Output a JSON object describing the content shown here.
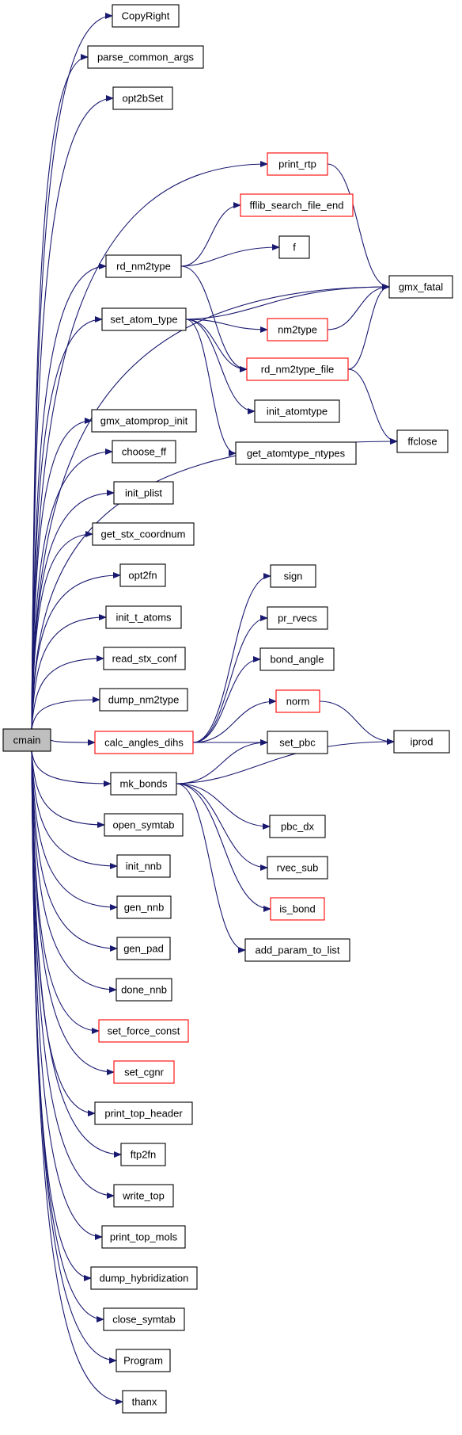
{
  "colors": {
    "edge": "#191970",
    "root_fill": "#bfbfbf",
    "node_fill": "#ffffff",
    "node_border": "#000000",
    "truncated_border": "#ff0000"
  },
  "nodes": [
    {
      "id": "cmain",
      "label": "cmain",
      "root": true
    },
    {
      "id": "CopyRight",
      "label": "CopyRight"
    },
    {
      "id": "parse_common_args",
      "label": "parse_common_args"
    },
    {
      "id": "opt2bSet",
      "label": "opt2bSet"
    },
    {
      "id": "print_rtp",
      "label": "print_rtp",
      "truncated": true
    },
    {
      "id": "fflib_search_file_end",
      "label": "fflib_search_file_end",
      "truncated": true
    },
    {
      "id": "f",
      "label": "f"
    },
    {
      "id": "rd_nm2type",
      "label": "rd_nm2type"
    },
    {
      "id": "gmx_fatal",
      "label": "gmx_fatal"
    },
    {
      "id": "set_atom_type",
      "label": "set_atom_type"
    },
    {
      "id": "nm2type",
      "label": "nm2type",
      "truncated": true
    },
    {
      "id": "rd_nm2type_file",
      "label": "rd_nm2type_file",
      "truncated": true
    },
    {
      "id": "init_atomtype",
      "label": "init_atomtype"
    },
    {
      "id": "gmx_atomprop_init",
      "label": "gmx_atomprop_init"
    },
    {
      "id": "ffclose",
      "label": "ffclose"
    },
    {
      "id": "choose_ff",
      "label": "choose_ff"
    },
    {
      "id": "get_atomtype_ntypes",
      "label": "get_atomtype_ntypes"
    },
    {
      "id": "init_plist",
      "label": "init_plist"
    },
    {
      "id": "get_stx_coordnum",
      "label": "get_stx_coordnum"
    },
    {
      "id": "opt2fn",
      "label": "opt2fn"
    },
    {
      "id": "sign",
      "label": "sign"
    },
    {
      "id": "init_t_atoms",
      "label": "init_t_atoms"
    },
    {
      "id": "pr_rvecs",
      "label": "pr_rvecs"
    },
    {
      "id": "read_stx_conf",
      "label": "read_stx_conf"
    },
    {
      "id": "bond_angle",
      "label": "bond_angle"
    },
    {
      "id": "dump_nm2type",
      "label": "dump_nm2type"
    },
    {
      "id": "norm",
      "label": "norm",
      "truncated": true
    },
    {
      "id": "calc_angles_dihs",
      "label": "calc_angles_dihs",
      "truncated": true
    },
    {
      "id": "iprod",
      "label": "iprod"
    },
    {
      "id": "set_pbc",
      "label": "set_pbc"
    },
    {
      "id": "mk_bonds",
      "label": "mk_bonds"
    },
    {
      "id": "open_symtab",
      "label": "open_symtab"
    },
    {
      "id": "pbc_dx",
      "label": "pbc_dx"
    },
    {
      "id": "init_nnb",
      "label": "init_nnb"
    },
    {
      "id": "rvec_sub",
      "label": "rvec_sub"
    },
    {
      "id": "gen_nnb",
      "label": "gen_nnb"
    },
    {
      "id": "is_bond",
      "label": "is_bond",
      "truncated": true
    },
    {
      "id": "add_param_to_list",
      "label": "add_param_to_list"
    },
    {
      "id": "gen_pad",
      "label": "gen_pad"
    },
    {
      "id": "done_nnb",
      "label": "done_nnb"
    },
    {
      "id": "set_force_const",
      "label": "set_force_const",
      "truncated": true
    },
    {
      "id": "set_cgnr",
      "label": "set_cgnr",
      "truncated": true
    },
    {
      "id": "print_top_header",
      "label": "print_top_header"
    },
    {
      "id": "ftp2fn",
      "label": "ftp2fn"
    },
    {
      "id": "write_top",
      "label": "write_top"
    },
    {
      "id": "print_top_mols",
      "label": "print_top_mols"
    },
    {
      "id": "dump_hybridization",
      "label": "dump_hybridization"
    },
    {
      "id": "close_symtab",
      "label": "close_symtab"
    },
    {
      "id": "Program",
      "label": "Program"
    },
    {
      "id": "thanx",
      "label": "thanx"
    }
  ],
  "edges": [
    [
      "cmain",
      "CopyRight"
    ],
    [
      "cmain",
      "parse_common_args"
    ],
    [
      "cmain",
      "opt2bSet"
    ],
    [
      "cmain",
      "print_rtp"
    ],
    [
      "cmain",
      "gmx_fatal"
    ],
    [
      "cmain",
      "rd_nm2type"
    ],
    [
      "cmain",
      "set_atom_type"
    ],
    [
      "cmain",
      "ffclose"
    ],
    [
      "cmain",
      "gmx_atomprop_init"
    ],
    [
      "cmain",
      "choose_ff"
    ],
    [
      "cmain",
      "init_plist"
    ],
    [
      "cmain",
      "get_stx_coordnum"
    ],
    [
      "cmain",
      "opt2fn"
    ],
    [
      "cmain",
      "init_t_atoms"
    ],
    [
      "cmain",
      "read_stx_conf"
    ],
    [
      "cmain",
      "dump_nm2type"
    ],
    [
      "cmain",
      "calc_angles_dihs"
    ],
    [
      "cmain",
      "mk_bonds"
    ],
    [
      "cmain",
      "open_symtab"
    ],
    [
      "cmain",
      "init_nnb"
    ],
    [
      "cmain",
      "gen_nnb"
    ],
    [
      "cmain",
      "gen_pad"
    ],
    [
      "cmain",
      "done_nnb"
    ],
    [
      "cmain",
      "set_force_const"
    ],
    [
      "cmain",
      "set_cgnr"
    ],
    [
      "cmain",
      "print_top_header"
    ],
    [
      "cmain",
      "ftp2fn"
    ],
    [
      "cmain",
      "write_top"
    ],
    [
      "cmain",
      "print_top_mols"
    ],
    [
      "cmain",
      "dump_hybridization"
    ],
    [
      "cmain",
      "close_symtab"
    ],
    [
      "cmain",
      "Program"
    ],
    [
      "cmain",
      "thanx"
    ],
    [
      "print_rtp",
      "gmx_fatal"
    ],
    [
      "rd_nm2type",
      "fflib_search_file_end"
    ],
    [
      "rd_nm2type",
      "f"
    ],
    [
      "rd_nm2type",
      "rd_nm2type_file"
    ],
    [
      "set_atom_type",
      "gmx_fatal"
    ],
    [
      "set_atom_type",
      "nm2type"
    ],
    [
      "set_atom_type",
      "rd_nm2type_file"
    ],
    [
      "set_atom_type",
      "init_atomtype"
    ],
    [
      "set_atom_type",
      "get_atomtype_ntypes"
    ],
    [
      "nm2type",
      "gmx_fatal"
    ],
    [
      "rd_nm2type_file",
      "gmx_fatal"
    ],
    [
      "rd_nm2type_file",
      "ffclose"
    ],
    [
      "calc_angles_dihs",
      "sign"
    ],
    [
      "calc_angles_dihs",
      "pr_rvecs"
    ],
    [
      "calc_angles_dihs",
      "bond_angle"
    ],
    [
      "calc_angles_dihs",
      "norm"
    ],
    [
      "calc_angles_dihs",
      "set_pbc"
    ],
    [
      "norm",
      "iprod"
    ],
    [
      "mk_bonds",
      "set_pbc"
    ],
    [
      "mk_bonds",
      "iprod"
    ],
    [
      "mk_bonds",
      "pbc_dx"
    ],
    [
      "mk_bonds",
      "rvec_sub"
    ],
    [
      "mk_bonds",
      "is_bond"
    ],
    [
      "mk_bonds",
      "add_param_to_list"
    ]
  ]
}
